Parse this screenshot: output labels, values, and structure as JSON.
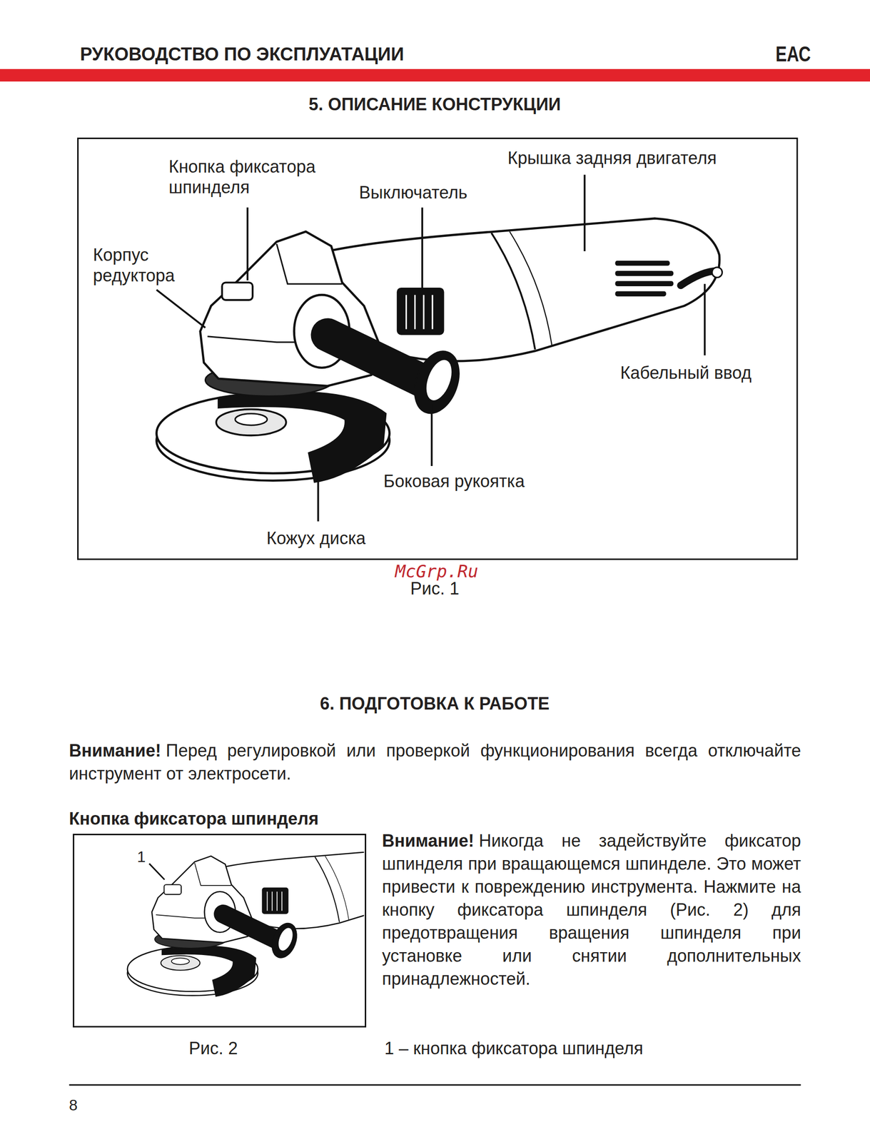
{
  "diagram": {
    "title": "РУКОВОДСТВО ПО ЭКСПЛУАТАЦИИ",
    "labels": [
      "ЕАС",
      "5. ОПИСАНИЕ КОНСТРУКЦИИ",
      "Кнопка фиксатора шпинделя",
      "Выключатель",
      "Крышка задняя двигателя",
      "Корпус редуктора",
      "Кабельный ввод",
      "Боковая рукоятка",
      "Кожух диска",
      "McGrp.Ru",
      "Рис. 1",
      "6. ПОДГОТОВКА К РАБОТЕ",
      "Внимание!",
      "Перед регулировкой или проверкой функционирования всегда отключайте инструмент от электросети.",
      "Кнопка фиксатора шпинделя",
      "1",
      "Внимание!",
      "Никогда не задействуйте фиксатор шпинделя при вращающемся шпинделе. Это может привести к повреждению инструмента. Нажмите на кнопку фиксатора шпинделя (Рис. 2) для предотвращения вращения шпинделя при установке или снятии дополнительных принадлежностей.",
      "Рис. 2",
      "1 – кнопка фиксатора шпинделя",
      "8"
    ]
  }
}
